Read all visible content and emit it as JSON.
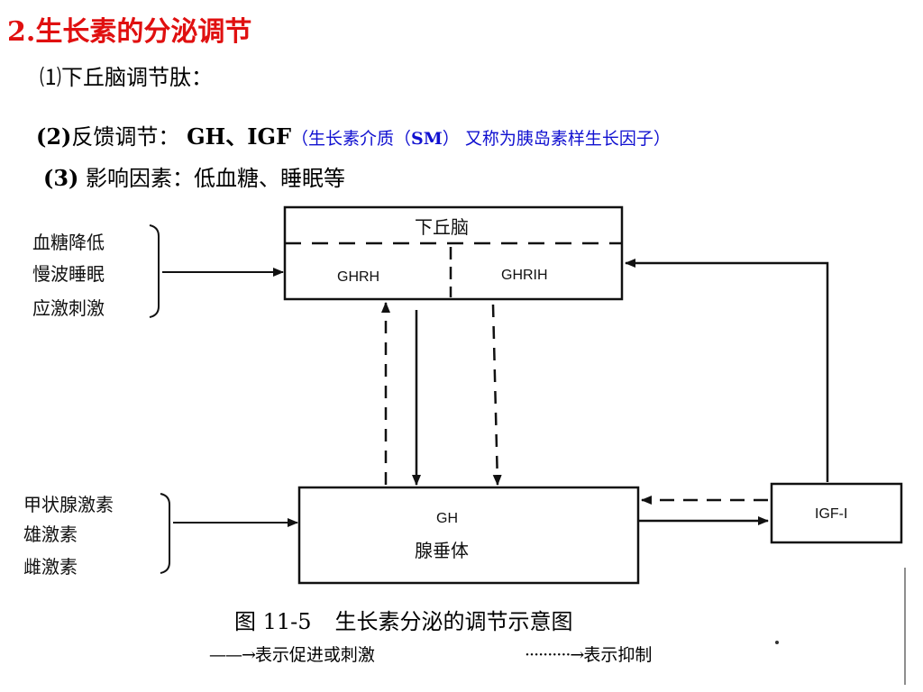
{
  "title": "2.生长素的分泌调节",
  "points": {
    "p1_prefix": "⑴",
    "p1_text": "下丘脑调节肽：",
    "p2_prefix": "(2)",
    "p2_text": "反馈调节：",
    "p2_bold": "GH、IGF",
    "p2_note_open": "（生长素介质（",
    "p2_note_sm": "SM",
    "p2_note_rest": "） 又称为胰岛素样生长因子）",
    "p3_prefix": "(3)",
    "p3_text": " 影响因素：低血糖、睡眠等"
  },
  "diagram": {
    "hypothalamus_label": "下丘脑",
    "ghrh_label": "GHRH",
    "ghrih_label": "GHRIH",
    "gh_label": "GH",
    "pituitary_label": "腺垂体",
    "igf_label": "IGF-I",
    "left_factors_top": [
      "血糖降低",
      "慢波睡眠",
      "应激刺激"
    ],
    "left_factors_bottom": [
      "甲状腺激素",
      "雄激素",
      "雌激素"
    ]
  },
  "caption": {
    "figure_number": "图 11-5",
    "figure_title": "生长素分泌的调节示意图"
  },
  "legend": {
    "solid_glyph": "——→",
    "solid_text": "表示促进或刺激",
    "dashed_glyph": "··········→",
    "dashed_text": "表示抑制"
  },
  "colors": {
    "title": "#e01010",
    "note": "#1010d0",
    "diagram_ink": "#111111"
  }
}
